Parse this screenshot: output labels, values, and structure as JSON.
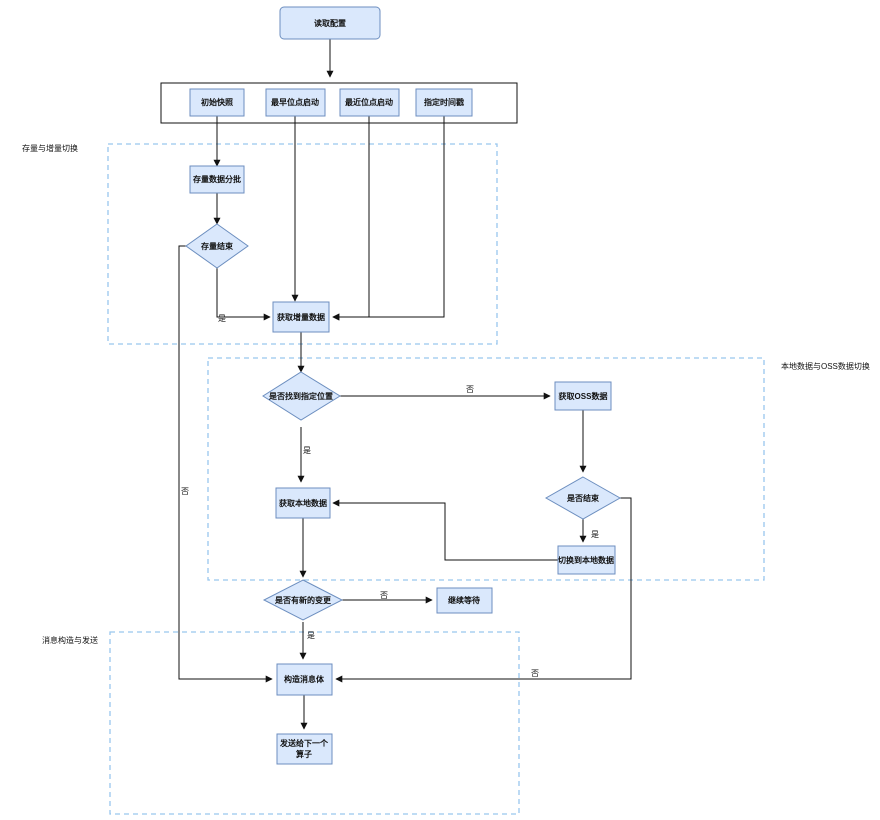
{
  "colors": {
    "box_fill": "#dae8fc",
    "box_stroke": "#6c8ebf",
    "group_stroke": "#99c7ee",
    "edge": "#111111"
  },
  "nodes": {
    "read_config": "读取配置",
    "initial_snapshot": "初始快照",
    "earliest_offset": "最早位点启动",
    "latest_offset": "最近位点启动",
    "timestamp": "指定时间戳",
    "batch_stock": "存量数据分批",
    "stock_done": "存量结束",
    "get_incremental": "获取增量数据",
    "found_position": "是否找到指定位置",
    "get_oss": "获取OSS数据",
    "get_local": "获取本地数据",
    "oss_done": "是否结束",
    "switch_local": "切换到本地数据",
    "new_change": "是否有新的变更",
    "keep_waiting": "继续等待",
    "build_message": "构造消息体",
    "send_next_line1": "发送给下一个",
    "send_next_line2": "算子"
  },
  "groups": {
    "stock_incremental": "存量与增量切换",
    "local_oss": "本地数据与OSS数据切换",
    "message": "消息构造与发送"
  },
  "edge_labels": {
    "stock_yes": "是",
    "found_no": "否",
    "found_yes": "是",
    "oss_yes": "是",
    "change_no": "否",
    "change_yes": "是",
    "stock_no": "否",
    "oss_no": "否"
  }
}
